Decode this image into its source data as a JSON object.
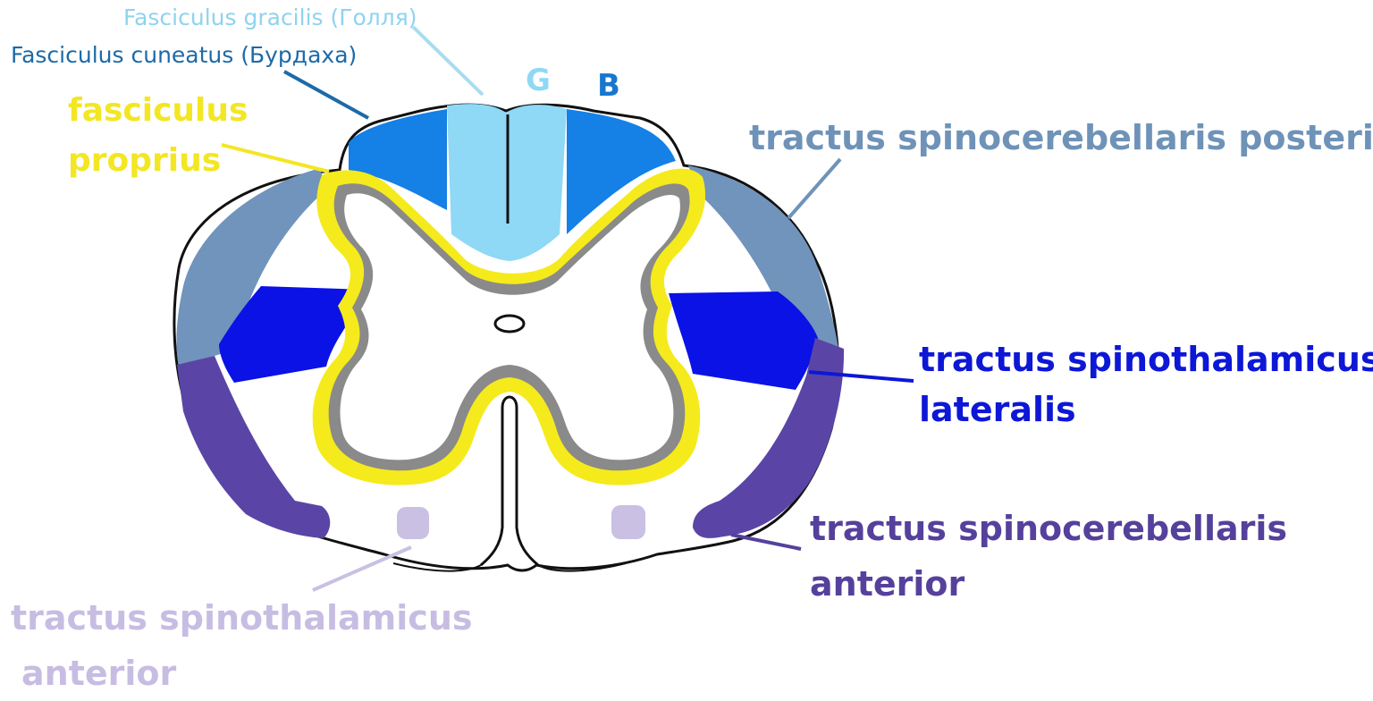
{
  "labels": {
    "gracilis": "Fasciculus gracilis (Голля)",
    "cuneatus": "Fasciculus cuneatus (Бурдаха)",
    "proprius_line1": "fasciculus",
    "proprius_line2": "proprius",
    "g": "G",
    "b": "B",
    "spinocerebellaris_posterior": "tractus spinocerebellaris posterior",
    "spinothalamicus_lateralis_line1": "tractus spinothalamicus",
    "spinothalamicus_lateralis_line2": "lateralis",
    "spinocerebellaris_anterior_line1": "tractus spinocerebellaris",
    "spinocerebellaris_anterior_line2": "anterior",
    "spinothalamicus_anterior_line1": "tractus spinothalamicus",
    "spinothalamicus_anterior_line2": "anterior"
  },
  "colors": {
    "gracilis": "#8fd8f6",
    "cuneatus": "#1580e6",
    "proprius": "#f5ea1c",
    "gray_matter_border": "#8a8a8a",
    "spinocerebellaris_posterior": "#7094bb",
    "spinothalamicus_lateralis": "#0a12e6",
    "spinocerebellaris_anterior": "#5a45a6",
    "spinothalamicus_anterior": "#c9c0e3",
    "outline": "#111111"
  }
}
